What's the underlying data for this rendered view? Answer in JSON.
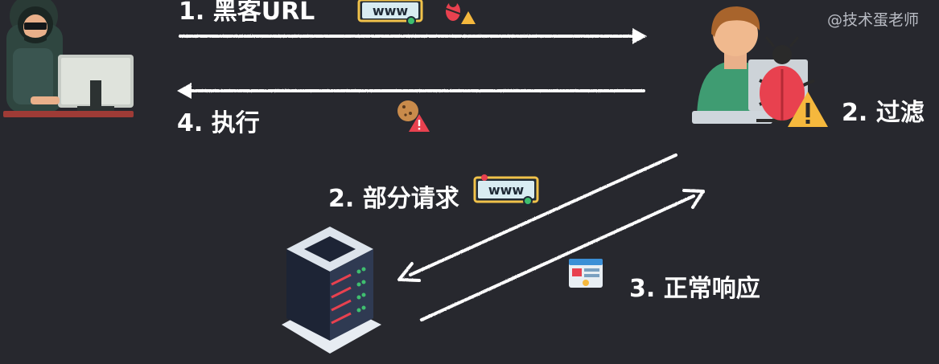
{
  "watermark": "@技术蛋老师",
  "steps": {
    "step1": "1. 黑客URL",
    "step2_filter": "2. 过滤",
    "step2_partial": "2. 部分请求",
    "step3": "3. 正常响应",
    "step4": "4. 执行"
  },
  "icons": {
    "url_badge_text": "www"
  },
  "colors": {
    "background": "#27282e",
    "arrow": "#ffffff",
    "warning": "#f5b83d",
    "bug": "#e8414f",
    "server": "#2f3a52"
  }
}
